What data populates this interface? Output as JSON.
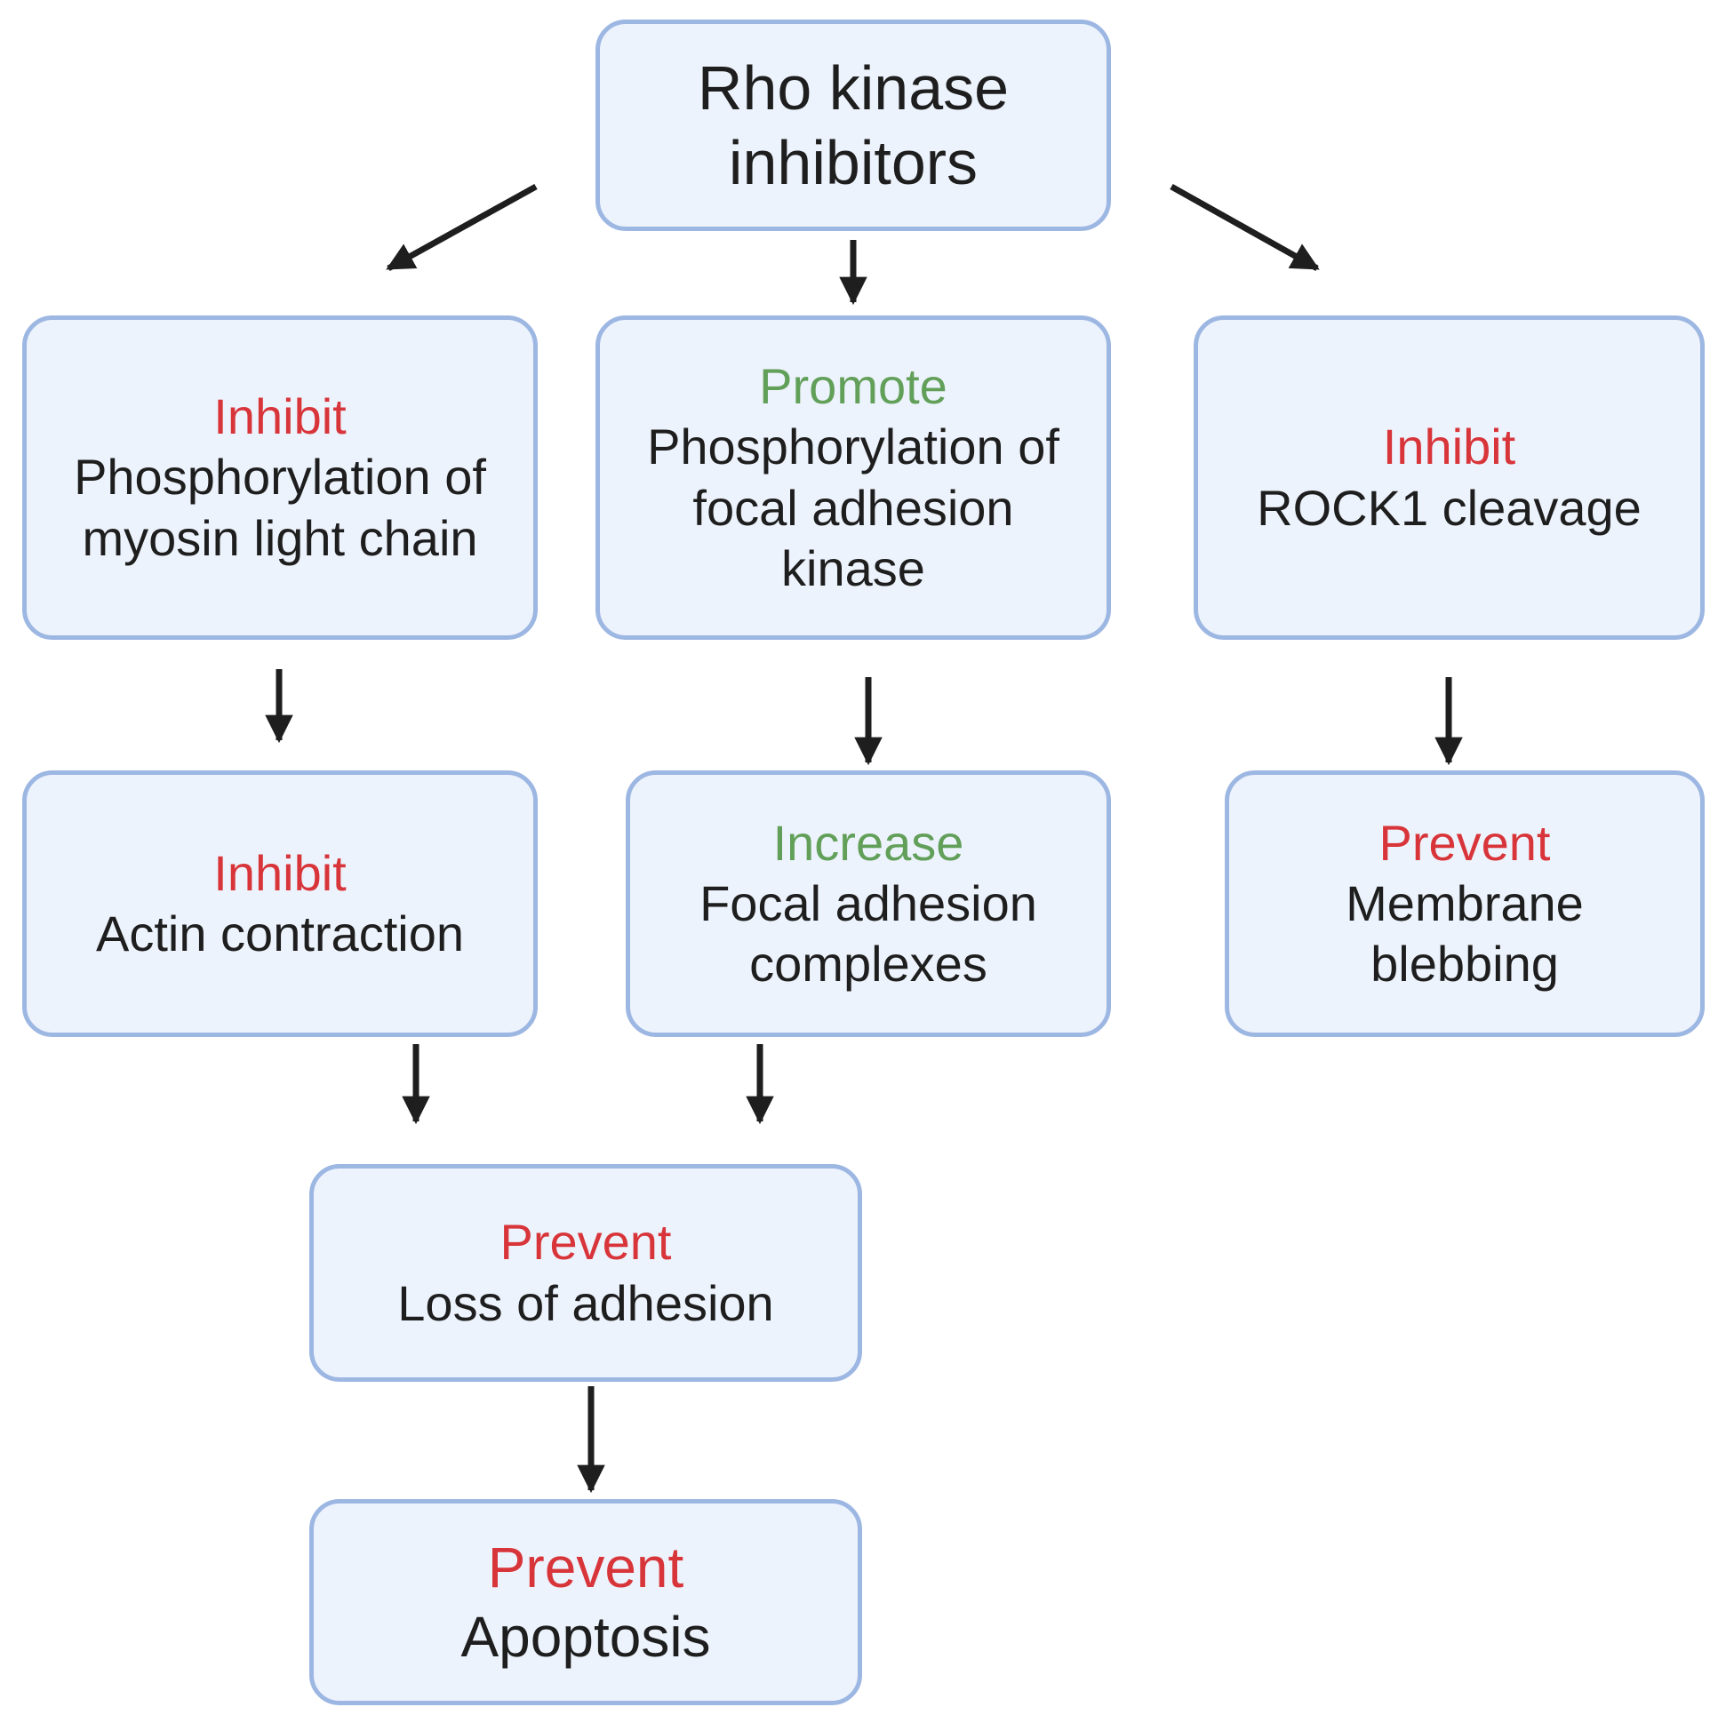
{
  "root": {
    "text": "Rho kinase\ninhibitors"
  },
  "nodes": {
    "myosin": {
      "verb": "Inhibit",
      "text": "Phosphorylation of\nmyosin light chain"
    },
    "fak": {
      "verb": "Promote",
      "text": "Phosphorylation of\nfocal adhesion\nkinase"
    },
    "rock1": {
      "verb": "Inhibit",
      "text": "ROCK1 cleavage"
    },
    "actin": {
      "verb": "Inhibit",
      "text": "Actin contraction"
    },
    "focal": {
      "verb": "Increase",
      "text": "Focal adhesion\ncomplexes"
    },
    "bleb": {
      "verb": "Prevent",
      "text": "Membrane\nblebbing"
    },
    "loss": {
      "verb": "Prevent",
      "text": "Loss of adhesion"
    },
    "apop": {
      "verb": "Prevent",
      "text": "Apoptosis"
    }
  },
  "colors": {
    "inhibit": "#d8353a",
    "promote": "#62a05a",
    "box_fill": "#edf3fc",
    "box_border": "#9db7e3",
    "arrow": "#1e1e1e"
  }
}
